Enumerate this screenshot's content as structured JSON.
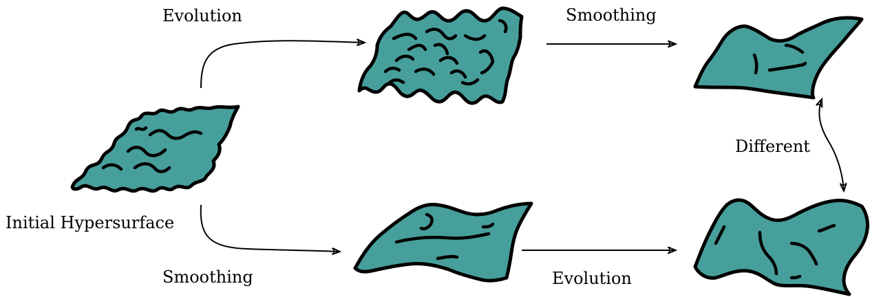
{
  "labels": {
    "initial": "Initial Hypersurface",
    "top_left": "Evolution",
    "top_right": "Smoothing",
    "bottom_left": "Smoothing",
    "bottom_right": "Evolution",
    "side": "Different"
  },
  "colors": {
    "surface_fill": "#479F9B",
    "outline": "#000000"
  },
  "icons": [
    "arrow-head",
    "curved-arrow",
    "double-arrow"
  ]
}
